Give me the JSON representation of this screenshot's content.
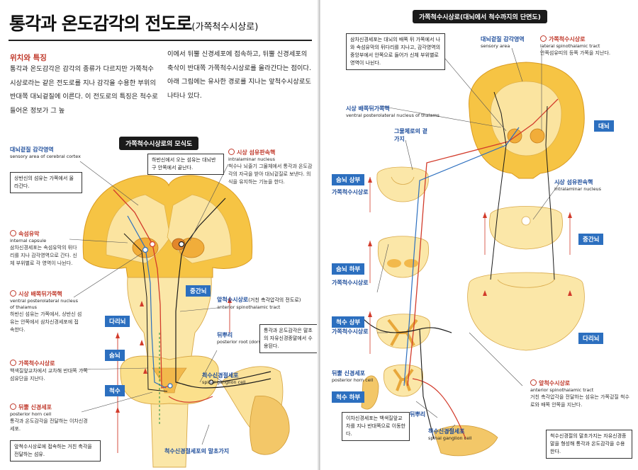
{
  "left_page": {
    "title": "통각과 온도감각의 전도로",
    "title_sub": "(가쪽척수시상로)",
    "section_heading": "위치와 특징",
    "intro_col1": "통각과 온도감각은 감각의 종류가 다르지만 가쪽척수시상로라는 같은 전도로를 지나 감각을 수용한 부위의 반대쪽 대뇌겉질에 이른다. 이 전도로의 특징은 척수로 들어온 정보가 그 높",
    "intro_col2": "이에서 뒤뿔 신경세포에 접속하고, 뒤뿔 신경세포의 축삭이 반대쪽 가쪽척수시상로를 올라간다는 점이다. 아래 그림에는 유사한 경로를 지나는 앞척수시상로도 나타나 있다.",
    "diagram_title": "가쪽척수시상로의 모식도",
    "labels": {
      "cortex_ko": "대뇌겉질 감각영역",
      "cortex_en": "sensory area of cerebral cortex",
      "cortex_box": "상반신의 섬유는 가쪽에서 올라간다.",
      "lower_body_box": "하반신에서 오는 섬유는 대뇌반구 안쪽에서 끝난다.",
      "intralaminar_ko": "시상 섬유판속핵",
      "intralaminar_en": "intralaminar nucleus",
      "intralaminar_desc": "척수나 뇌줄기 그물체에서 통각과 온도감각의 자극을 받아 대뇌겉질로 보낸다. 의식을 유지하는 기능을 한다.",
      "capsule_ko": "속섬유막",
      "capsule_en": "internal capsule",
      "capsule_desc": "삼차신경세포는 속섬유막의 뒤다리를 지나 감각영역으로 간다. 신체 부위별로 각 영역이 나뉜다.",
      "vpl_ko": "시상 배쪽뒤가쪽핵",
      "vpl_en": "ventral posterolateral nucleus of thalamus",
      "vpl_desc": "하반신 섬유는 가쪽에서, 상반신 섬유는 안쪽에서 삼차신경세포에 접속한다.",
      "lateral_ko": "가쪽척수시상로",
      "lateral_desc": "백색질앞교차에서 교차해 반대쪽 가쪽섬유단을 지난다.",
      "horn_ko": "뒤뿔 신경세포",
      "horn_en": "posterior horn cell",
      "horn_desc": "통각과 온도감각을 전달하는 이차신경세포.",
      "bottom_box": "앞척수시상로에 접속하는 거친 촉각을 전달하는 섬유.",
      "anterior_ko": "앞척수시상로",
      "anterior_note": "(거친 촉각압각의 전도로)",
      "anterior_en": "anterior spinothalamic tract",
      "root_ko": "뒤뿌리",
      "root_en": "posterior root (dorsal root)",
      "root_box": "통각과 온도감각은 말초의 자유신경종말에서 수용된다.",
      "ganglion_ko": "척수신경절세포",
      "ganglion_en": "spinal ganglion cell",
      "terminal": "척수신경절세포의 말초가지",
      "levels": [
        "중간뇌",
        "다리뇌",
        "숨뇌",
        "척수"
      ]
    }
  },
  "right_page": {
    "diagram_title": "가쪽척수시상로(대뇌에서 척수까지의 단면도)",
    "top_box": "삼차신경세포는 대뇌의 배쪽 뒤 가쪽에서 나와 속섬유막의 뒤다리를 지나고, 감각영역의 중앙부에서 안쪽으로 들어가 신체 부위별로 영역이 나뉜다.",
    "cortex_ko": "대뇌겉질 감각영역",
    "cortex_en": "sensory area",
    "lateral_ko": "가쪽척수시상로",
    "lateral_en": "lateral spinothalamic tract",
    "lateral_desc": "안쪽섬유띠의 등쪽 가쪽을 지난다.",
    "vpl_ko": "시상 배쪽뒤가쪽핵",
    "vpl_en": "ventral posterolateral nucleus of thalams",
    "reticular": "그물체로의 곁가지",
    "intralaminar_ko": "시상 섬유판속핵",
    "intralaminar_en": "intralaminar nucleus",
    "anterior_ko": "앞척수시상로",
    "anterior_en": "anterior spinothalamic tract",
    "anterior_desc": "거친 촉각압각을 전달하는 섬유는 가쪽겉질 척수로와 배쪽 안쪽을 지난다.",
    "horn_ko": "뒤뿔 신경세포",
    "horn_en": "posterior horn cell",
    "root_ko": "뒤뿌리",
    "ganglion_ko": "척수신경절세포",
    "ganglion_en": "spinal ganglion cell",
    "cross_box": "이차신경세포는 백색질앞교차를 지나 반대쪽으로 이동한다.",
    "terminal_box": "척수신경절의 말초가지는 자유신경종말을 형성해 통각과 온도감각을 수용한다.",
    "tract_tag_1": "가쪽척수시상로",
    "tract_tag_2": "가쪽척수시상로",
    "tract_tag_3": "가쪽척수시상로",
    "levels": [
      "대뇌",
      "숨뇌 상부",
      "숨뇌 하부",
      "중간뇌",
      "척수 상부",
      "다리뇌",
      "척수 하부"
    ]
  },
  "colors": {
    "accent_red": "#c0392b",
    "level_blue": "#2c6fbf",
    "brain_yellow": "#f5c343",
    "brain_cream": "#fbe6a3"
  }
}
